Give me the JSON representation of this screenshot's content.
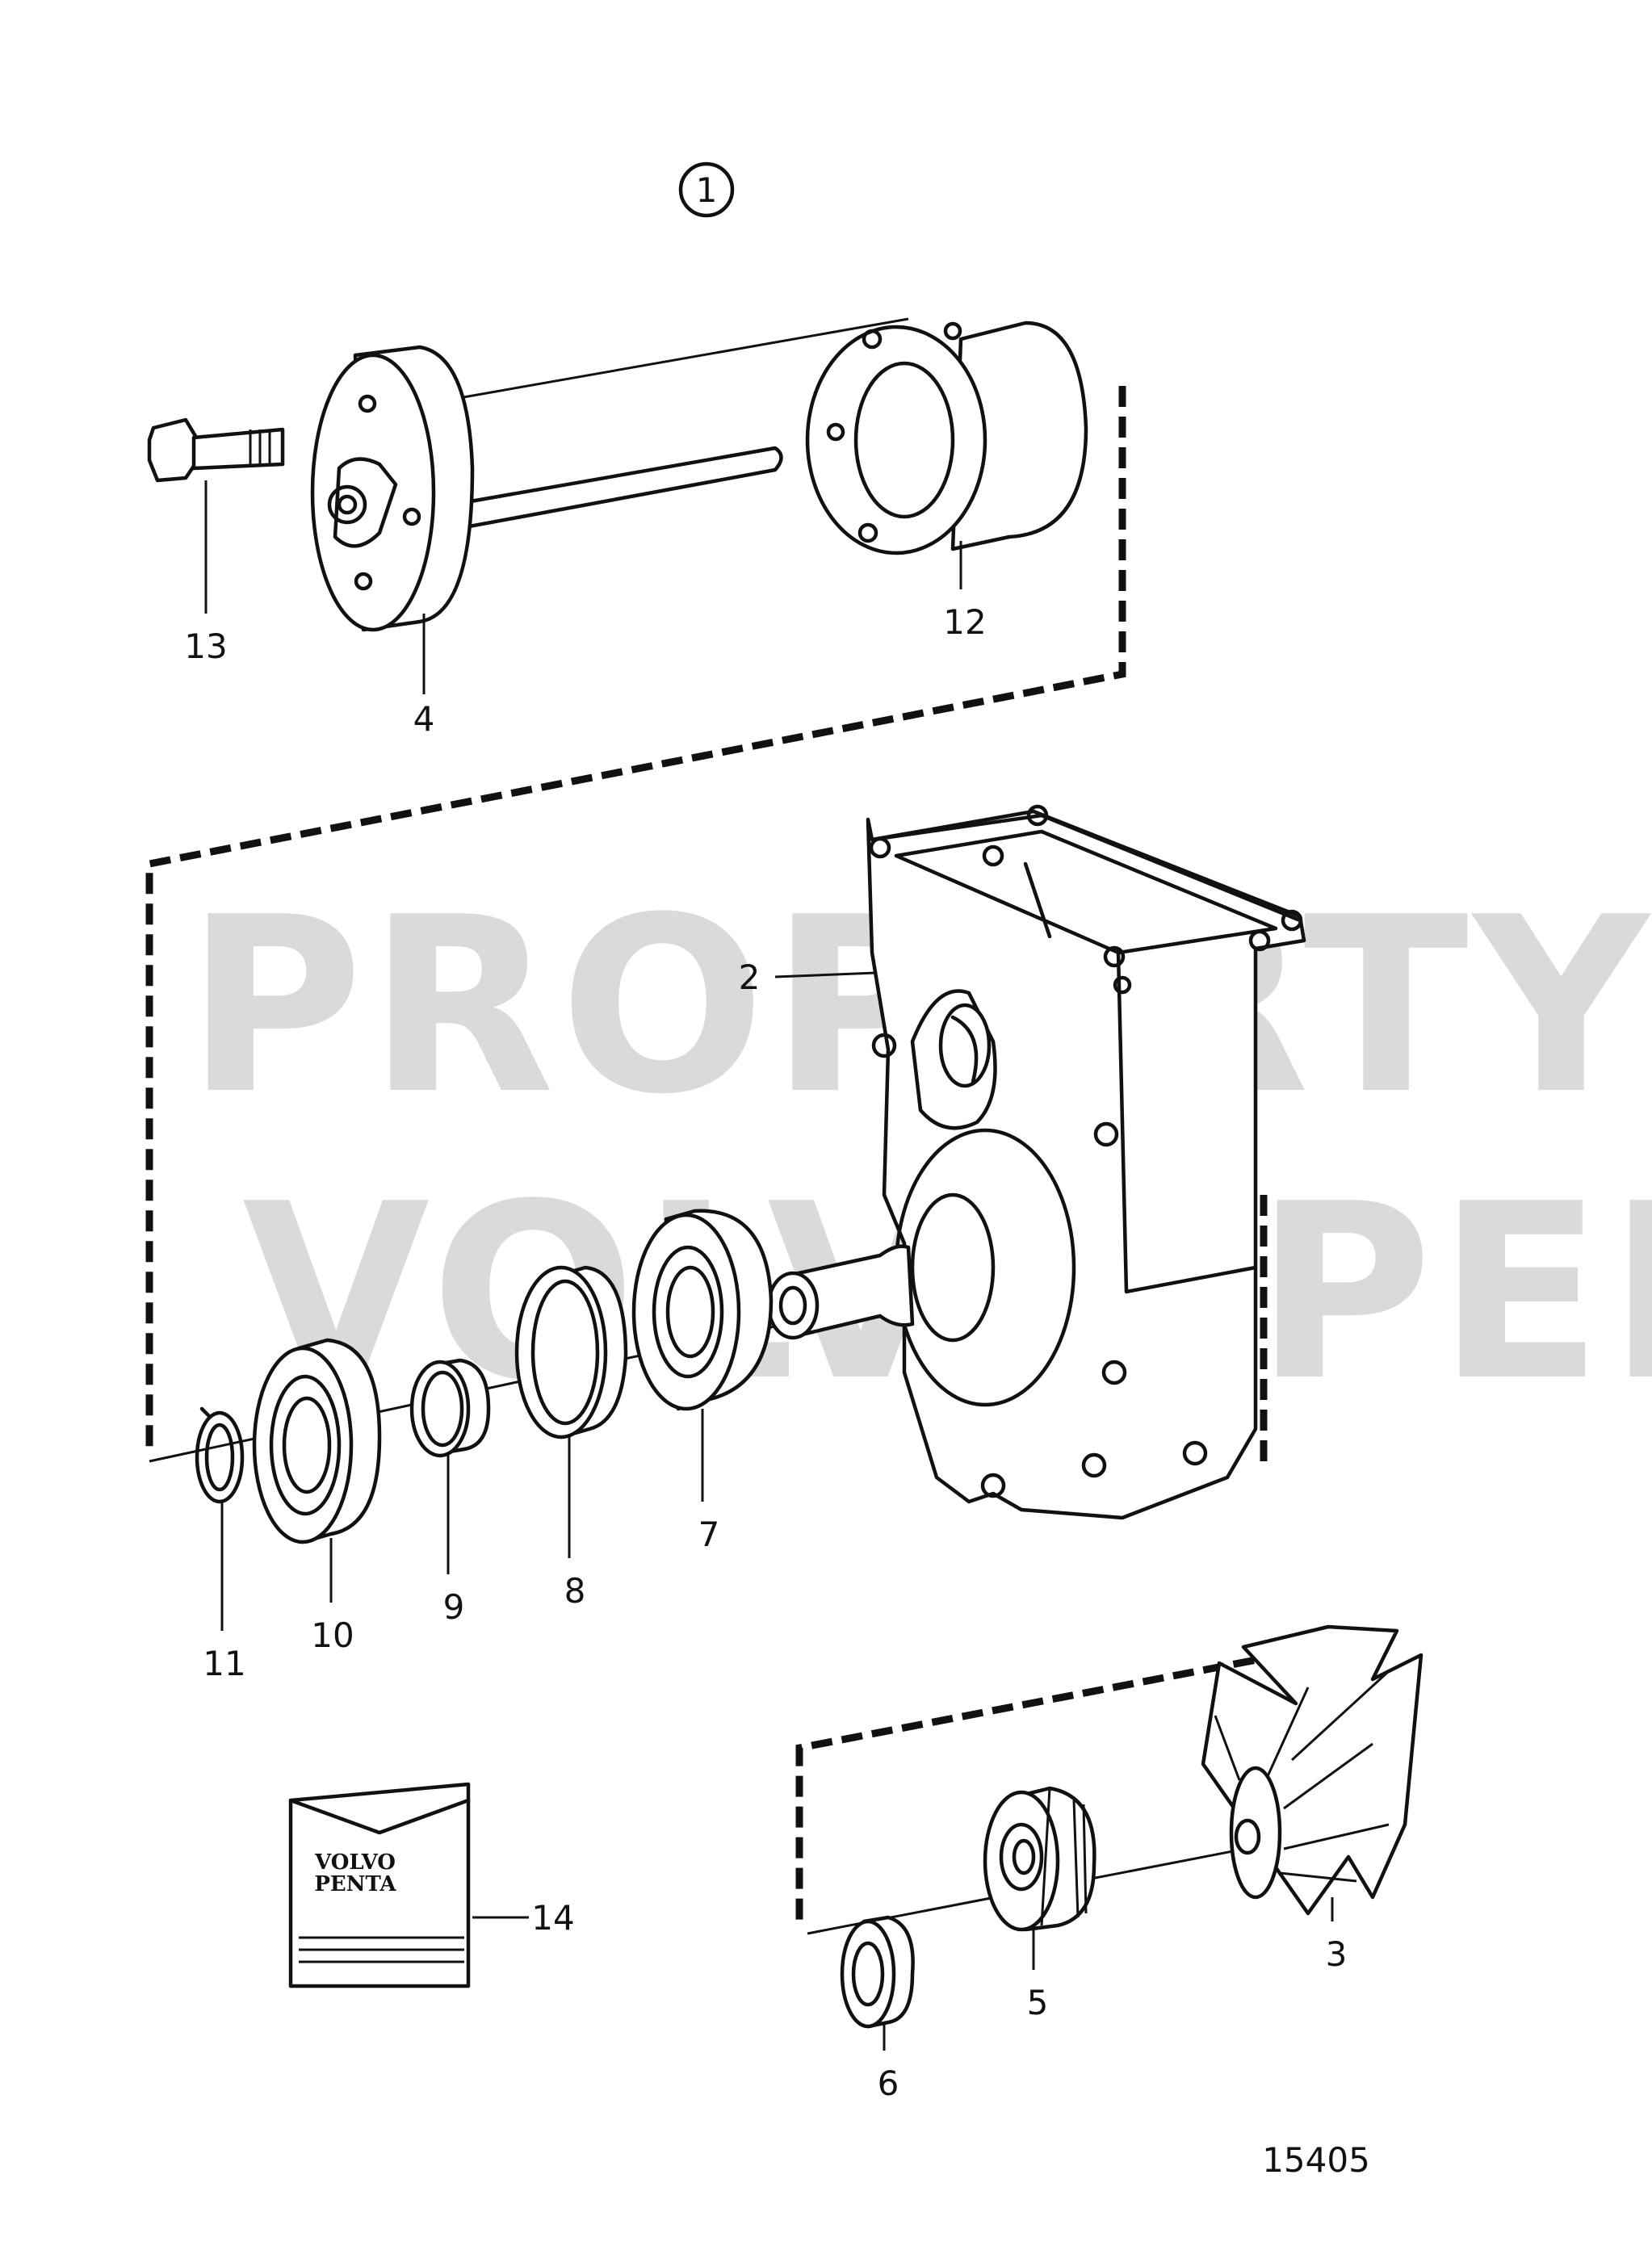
{
  "assembly_number": "1",
  "drawing_number": "15405",
  "watermark": {
    "line1": "PROPERTY OF",
    "line2": "VOLVO PENTA"
  },
  "parts_packet": {
    "brand_line1": "VOLVO",
    "brand_line2": "PENTA"
  },
  "callouts": {
    "p2": "2",
    "p3": "3",
    "p4": "4",
    "p5": "5",
    "p6": "6",
    "p7": "7",
    "p8": "8",
    "p9": "9",
    "p10": "10",
    "p11": "11",
    "p12": "12",
    "p13": "13",
    "p14": "14"
  }
}
